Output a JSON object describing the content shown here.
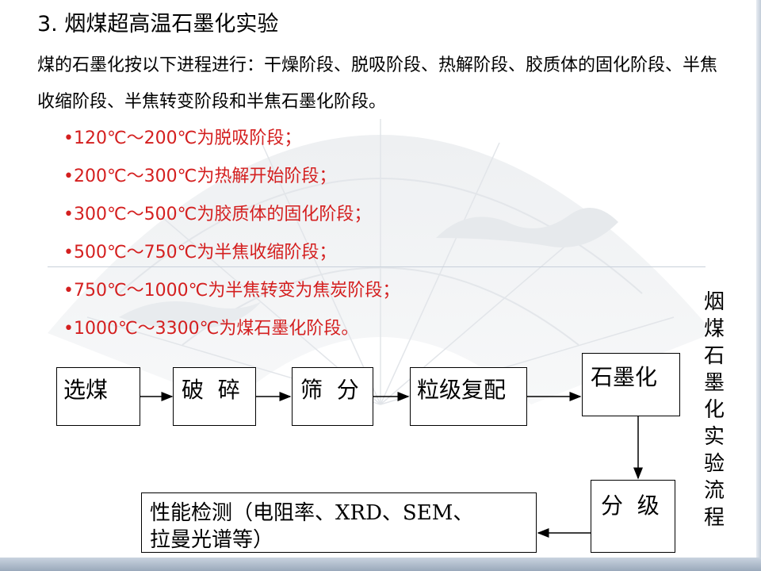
{
  "title": "3. 烟煤超高温石墨化实验",
  "intro": "煤的石墨化按以下进程进行：干燥阶段、脱吸阶段、热解阶段、胶质体的固化阶段、半焦收缩阶段、半焦转变阶段和半焦石墨化阶段。",
  "stages": [
    "•120℃～200℃为脱吸阶段；",
    "•200℃～300℃为热解开始阶段；",
    "•300℃～500℃为胶质体的固化阶段；",
    "•500℃～750℃为半焦收缩阶段；",
    "•750℃～1000℃为半焦转变为焦炭阶段；",
    "•1000℃～3300℃为煤石墨化阶段。"
  ],
  "flow": {
    "vertical_title": [
      "烟",
      "煤",
      "石",
      "墨",
      "化",
      "实",
      "验",
      "流",
      "程"
    ],
    "select_coal": "选煤",
    "crush": "破  碎",
    "sieve": "筛  分",
    "size_blend": "粒级复配",
    "graphitize": "石墨化",
    "classify": "分  级",
    "test_line1": "性能检测（电阻率、XRD、SEM、",
    "test_line2": "拉曼光谱等）"
  },
  "colors": {
    "stage_text": "#d41f1f",
    "box_border": "#000000"
  }
}
